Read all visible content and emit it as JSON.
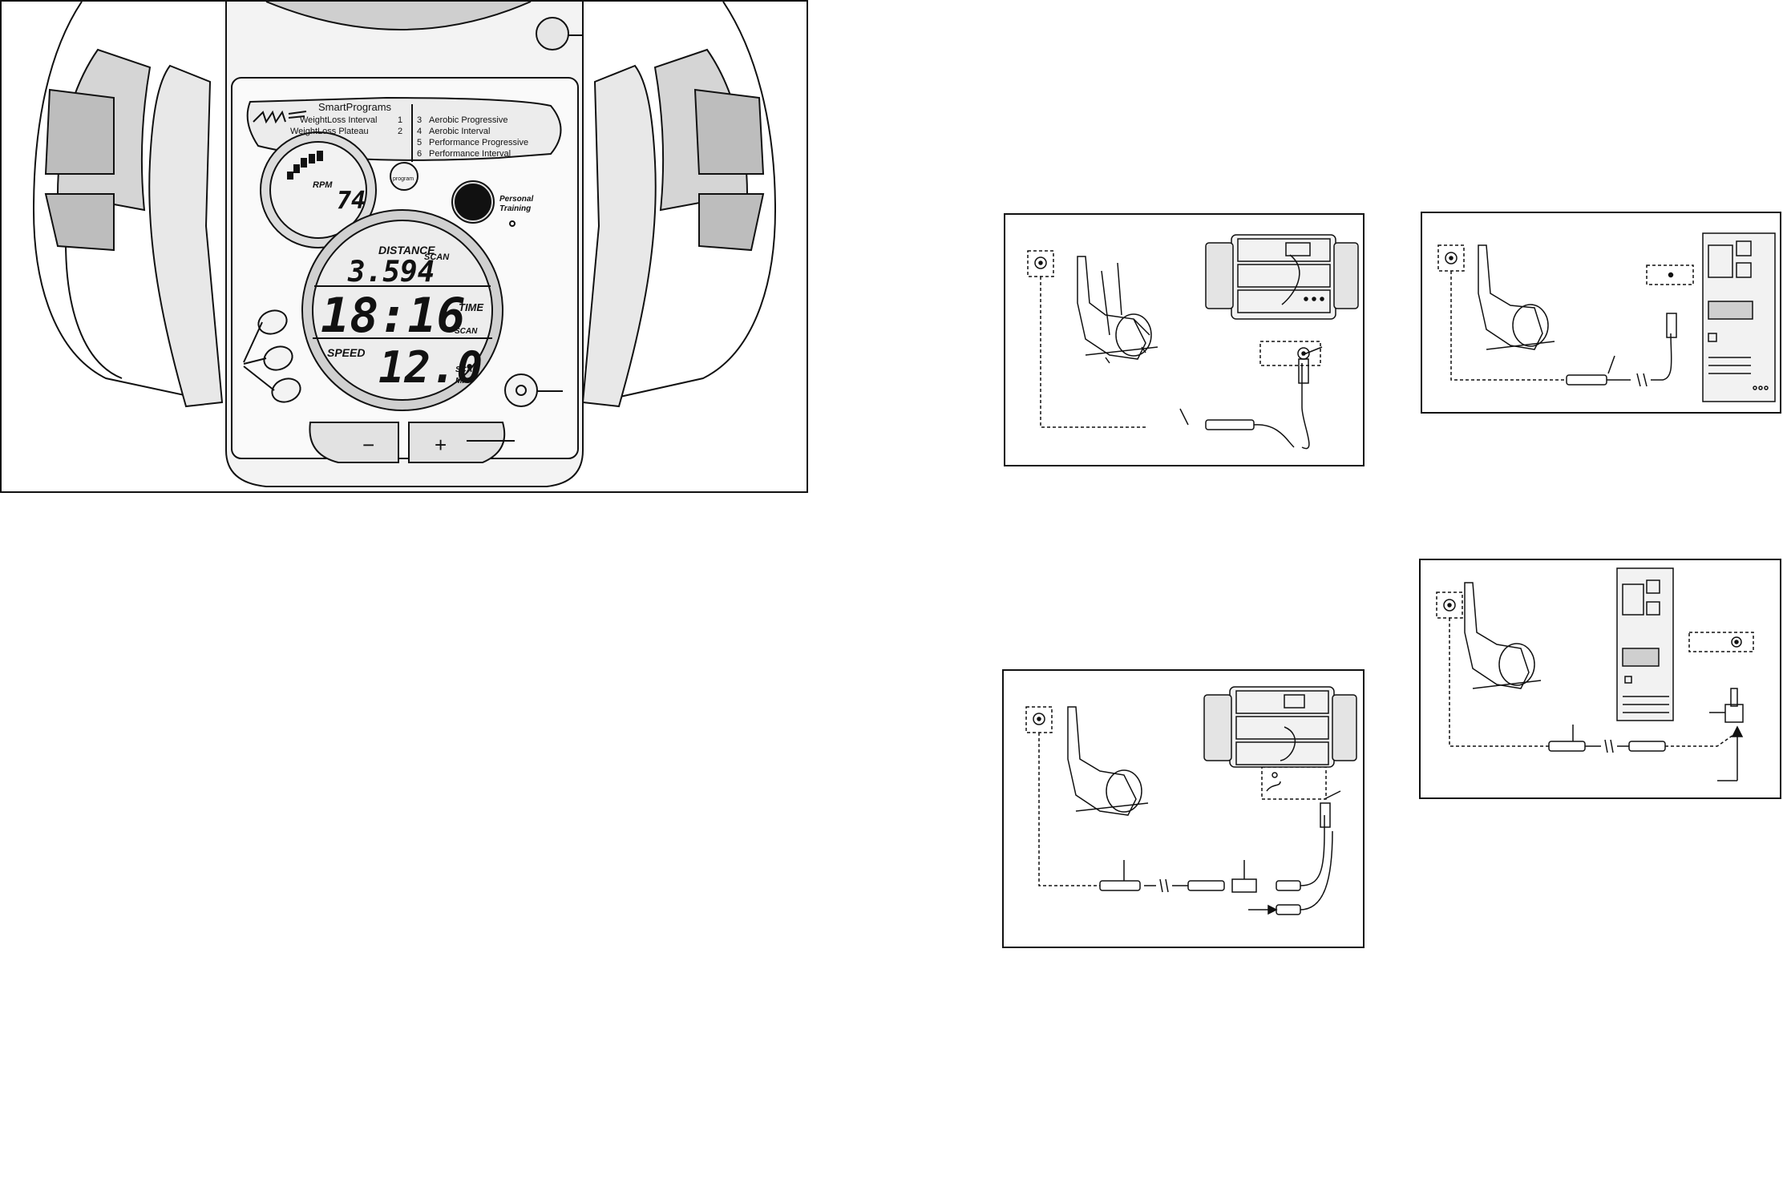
{
  "console": {
    "smart_programs_title": "SmartPrograms",
    "programs_left": [
      {
        "name": "WeightLoss Interval",
        "num": "1"
      },
      {
        "name": "WeightLoss Plateau",
        "num": "2"
      }
    ],
    "programs_right": [
      {
        "num": "3",
        "name": "Aerobic Progressive"
      },
      {
        "num": "4",
        "name": "Aerobic Interval"
      },
      {
        "num": "5",
        "name": "Performance Progressive"
      },
      {
        "num": "6",
        "name": "Performance Interval"
      }
    ],
    "program_button_label": "program",
    "personal_training_line1": "Personal",
    "personal_training_line2": "Training",
    "rpm_label": "RPM",
    "rpm_value": "74",
    "distance_label": "DISTANCE",
    "distance_scan": "SCAN",
    "distance_value": "3.594",
    "time_value": "18:16",
    "time_label": "TIME",
    "time_scan": "SCAN",
    "speed_label": "SPEED",
    "speed_value": "12.0",
    "speed_scan": "SCAN",
    "speed_unit": "MPH",
    "minus_label": "−",
    "plus_label": "+"
  }
}
